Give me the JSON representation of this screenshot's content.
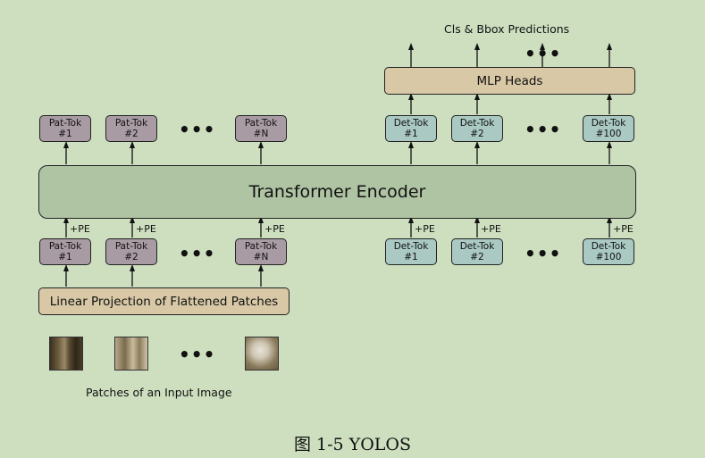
{
  "title": "Cls & Bbox Predictions",
  "mlp_heads": "MLP Heads",
  "encoder": "Transformer Encoder",
  "linear_projection": "Linear Projection of Flattened Patches",
  "patches_label": "Patches of an Input Image",
  "caption": "图 1-5    YOLOS",
  "pe_label": "+PE",
  "ellipsis": "•••",
  "pat_tokens": [
    {
      "name": "Pat-Tok",
      "idx": "#1"
    },
    {
      "name": "Pat-Tok",
      "idx": "#2"
    },
    {
      "name": "Pat-Tok",
      "idx": "#N"
    }
  ],
  "det_tokens": [
    {
      "name": "Det-Tok",
      "idx": "#1"
    },
    {
      "name": "Det-Tok",
      "idx": "#2"
    },
    {
      "name": "Det-Tok",
      "idx": "#100"
    }
  ],
  "colors": {
    "background": "#cddfbf",
    "pat_token": "#a99ba3",
    "det_token": "#aac9c2",
    "encoder": "#afc4a3",
    "tan_box": "#d8c8a6"
  }
}
